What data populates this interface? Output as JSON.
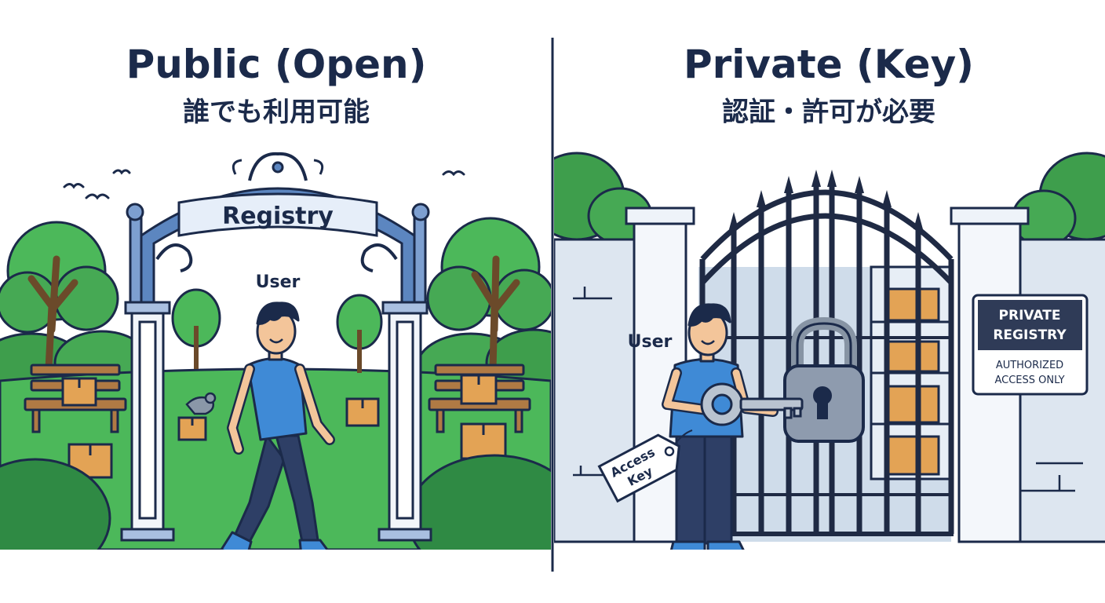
{
  "public": {
    "title": "Public (Open)",
    "subtitle": "誰でも利用可能",
    "arch_label": "Registry",
    "user_label": "User"
  },
  "private": {
    "title": "Private (Key)",
    "subtitle": "認証・許可が必要",
    "user_label": "User",
    "key_tag": [
      "Access",
      "Key"
    ],
    "sign_title": [
      "PRIVATE",
      "REGISTRY"
    ],
    "sign_note": [
      "AUTHORIZED",
      "ACCESS ONLY"
    ]
  },
  "colors": {
    "ink": "#1b2a4a",
    "grass": "#4cb85a",
    "tree": "#3e9e4c",
    "arch": "#5c86c0",
    "shirt": "#3f8ad6",
    "pants": "#2e3f66",
    "box": "#e3a355",
    "wall": "#dde6f0",
    "gate": "#1f2a44",
    "lock": "#8794a4"
  }
}
